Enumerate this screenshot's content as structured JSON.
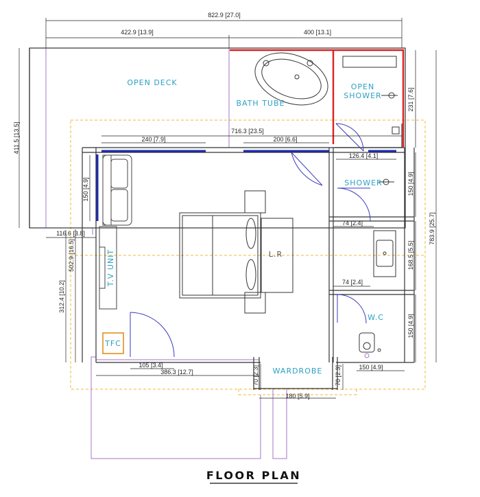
{
  "colors": {
    "label": "#2ba0c4",
    "wall": "#333333",
    "dimension": "#222222",
    "purple": "#a675c8",
    "orange_dash": "#f0b830",
    "red_wall": "#dd1f1f",
    "blue_window": "#1f2bb0",
    "tfc_box": "#e08f1d",
    "door_swing": "#3a3ac0"
  },
  "title": "FLOOR PLAN",
  "rooms": {
    "open_deck": "OPEN DECK",
    "bath_tube": "BATH TUBE",
    "open_shower_1": "OPEN",
    "open_shower_2": "SHOWER",
    "shower": "SHOWER",
    "lr": "L.R",
    "tv_unit": "T.V UNIT",
    "tfc": "TFC",
    "wc": "W.C",
    "wardrobe": "WARDROBE"
  },
  "dimensions": {
    "total_width": "822.9 [27.0]",
    "deck_width": "422.9 [13.9]",
    "bath_width": "400 [13.1]",
    "window_left": "240 [7.9]",
    "room_width": "716.3 [23.5]",
    "window_right": "200 [6.6]",
    "shower_wall": "126.4 [4.1]",
    "left_outer_height": "411.5 [13.5]",
    "open_shower_height": "231 [7.6]",
    "total_height": "783.9 [25.7]",
    "sofa_window": "150 [4.9]",
    "shower_height": "150 [4.9]",
    "deck_offset": "116.6 [3.8]",
    "room_depth": "502.9 [16.5]",
    "lower_depth": "312.4 [10.2]",
    "partition_1": "74 [2.4]",
    "vanity_height": "168.5 [5.5]",
    "partition_2": "74 [2.4]",
    "wc_height": "150 [4.9]",
    "door_width": "105 [3.4]",
    "entry_width": "386.3 [12.7]",
    "wardrobe_left": "70 [2.3]",
    "wardrobe_right": "70 [2.3]",
    "wc_width": "150 [4.9]",
    "wardrobe_width": "180 [5.9]"
  }
}
